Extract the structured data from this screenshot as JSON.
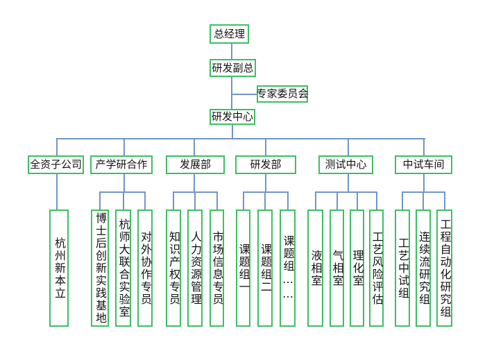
{
  "colors": {
    "box_border": "#3cbf63",
    "connector": "#6f95c8",
    "text": "#111111",
    "background": "#ffffff"
  },
  "org": {
    "root": {
      "id": "ceo",
      "label": "总经理"
    },
    "vp": {
      "id": "rd-vp",
      "label": "研发副总"
    },
    "advisory": {
      "id": "expert-committee",
      "label": "专家委员会"
    },
    "center": {
      "id": "rd-center",
      "label": "研发中心"
    },
    "departments": [
      {
        "id": "subsidiary",
        "label": "全资子公司",
        "children": [
          "杭州新本立"
        ]
      },
      {
        "id": "industry-academia",
        "label": "产学研合作",
        "children": [
          "博士后创新实践基地",
          "杭师大联合实验室",
          "对外协作专员"
        ]
      },
      {
        "id": "development",
        "label": "发展部",
        "children": [
          "知识产权专员",
          "人力资源管理",
          "市场信息专员"
        ]
      },
      {
        "id": "rd-dept",
        "label": "研发部",
        "children": [
          "课题组一",
          "课题组二",
          "课题组……"
        ]
      },
      {
        "id": "testing-center",
        "label": "测试中心",
        "children": [
          "液相室",
          "气相室",
          "理化室",
          "工艺风险评估"
        ]
      },
      {
        "id": "pilot-workshop",
        "label": "中试车间",
        "children": [
          "工艺中试组",
          "连续流研究组",
          "工程自动化研究组"
        ]
      }
    ]
  }
}
